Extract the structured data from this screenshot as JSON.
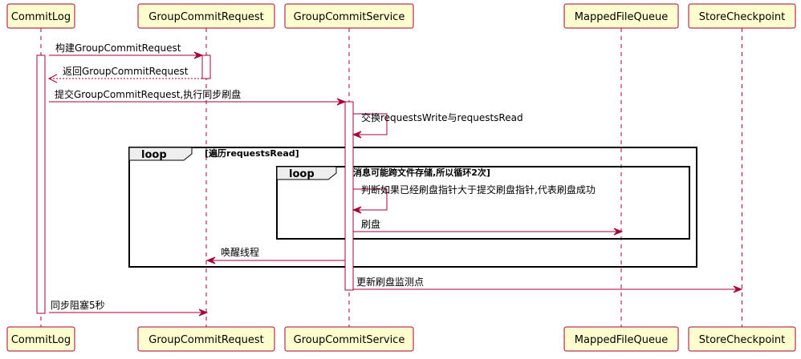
{
  "diagram": {
    "participants": [
      {
        "id": "commitlog",
        "label": "CommitLog"
      },
      {
        "id": "gcr",
        "label": "GroupCommitRequest"
      },
      {
        "id": "gcs",
        "label": "GroupCommitService"
      },
      {
        "id": "mfq",
        "label": "MappedFileQueue"
      },
      {
        "id": "scp",
        "label": "StoreCheckpoint"
      }
    ],
    "messages": [
      {
        "id": "m1",
        "from": "commitlog",
        "to": "gcr",
        "label": "构建GroupCommitRequest",
        "style": "solid"
      },
      {
        "id": "m2",
        "from": "gcr",
        "to": "commitlog",
        "label": "返回GroupCommitRequest",
        "style": "dashed"
      },
      {
        "id": "m3",
        "from": "commitlog",
        "to": "gcs",
        "label": "提交GroupCommitRequest,执行同步刷盘",
        "style": "solid"
      },
      {
        "id": "m4",
        "from": "gcs",
        "to": "gcs",
        "label": "交换requestsWrite与requestsRead",
        "style": "solid"
      },
      {
        "id": "m5",
        "from": "gcs",
        "to": "gcs",
        "label": "判断如果已经刷盘指针大于提交刷盘指针,代表刷盘成功",
        "style": "solid"
      },
      {
        "id": "m6",
        "from": "gcs",
        "to": "mfq",
        "label": "刷盘",
        "style": "solid"
      },
      {
        "id": "m7",
        "from": "gcs",
        "to": "gcr",
        "label": "唤醒线程",
        "style": "solid"
      },
      {
        "id": "m8",
        "from": "gcs",
        "to": "scp",
        "label": "更新刷盘监测点",
        "style": "solid"
      },
      {
        "id": "m9",
        "from": "commitlog",
        "to": "gcr",
        "label": "同步阻塞5秒",
        "style": "solid"
      }
    ],
    "frames": [
      {
        "id": "outer",
        "keyword": "loop",
        "condition": "[遍历requestsRead]"
      },
      {
        "id": "inner",
        "keyword": "loop",
        "condition": "[消息可能跨文件存储,所以循环2次]"
      }
    ]
  },
  "colors": {
    "border": "#a80036",
    "participant_fill": "#fefece",
    "frame_tab": "#eeeeee"
  }
}
